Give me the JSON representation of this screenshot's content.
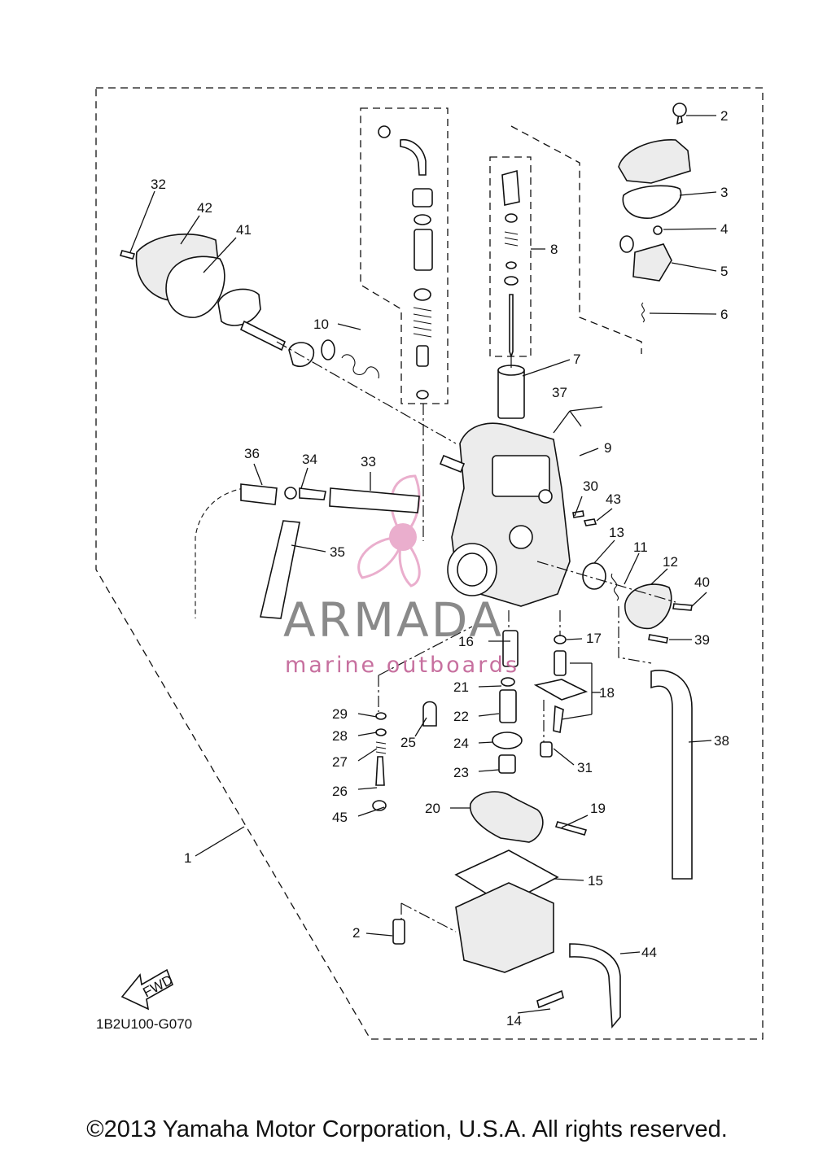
{
  "diagram": {
    "part_numbers": [
      "1",
      "2",
      "3",
      "4",
      "5",
      "6",
      "7",
      "8",
      "9",
      "10",
      "11",
      "12",
      "13",
      "14",
      "15",
      "16",
      "17",
      "18",
      "19",
      "20",
      "21",
      "22",
      "23",
      "24",
      "25",
      "26",
      "27",
      "28",
      "29",
      "30",
      "31",
      "32",
      "33",
      "34",
      "35",
      "36",
      "37",
      "38",
      "39",
      "40",
      "41",
      "42",
      "43",
      "44",
      "45"
    ],
    "labels": {
      "l1": "1",
      "l2a": "2",
      "l2b": "2",
      "l3": "3",
      "l4": "4",
      "l5": "5",
      "l6": "6",
      "l7": "7",
      "l8": "8",
      "l9": "9",
      "l10": "10",
      "l11": "11",
      "l12": "12",
      "l13": "13",
      "l14": "14",
      "l15": "15",
      "l16": "16",
      "l17": "17",
      "l18": "18",
      "l19": "19",
      "l20": "20",
      "l21": "21",
      "l22": "22",
      "l23": "23",
      "l24": "24",
      "l25": "25",
      "l26": "26",
      "l27": "27",
      "l28": "28",
      "l29": "29",
      "l30": "30",
      "l31": "31",
      "l32": "32",
      "l33": "33",
      "l34": "34",
      "l35": "35",
      "l36": "36",
      "l37": "37",
      "l38": "38",
      "l39": "39",
      "l40": "40",
      "l41": "41",
      "l42": "42",
      "l43": "43",
      "l44": "44",
      "l45": "45"
    },
    "fwd_label": "FWD",
    "diagram_code": "1B2U100-G070"
  },
  "watermark": {
    "name": "ARMADA",
    "subtitle": "marine outboards",
    "colors": {
      "name": "#8a8a8a",
      "accent": "#e8a6c8"
    }
  },
  "footer": {
    "copyright": "©2013 Yamaha Motor Corporation, U.S.A. All rights reserved."
  }
}
